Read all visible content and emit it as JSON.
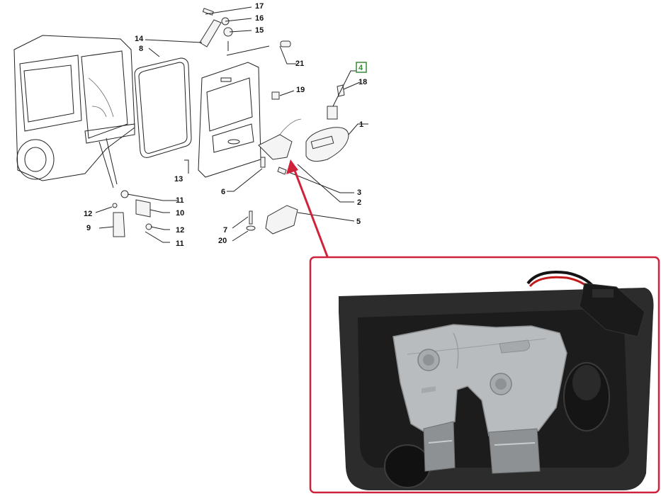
{
  "callouts": {
    "c17": "17",
    "c16": "16",
    "c15": "15",
    "c14": "14",
    "c8": "8",
    "c21": "21",
    "c4": "4",
    "c18": "18",
    "c19": "19",
    "c1": "1",
    "c13": "13",
    "c6": "6",
    "c3": "3",
    "c2": "2",
    "c11a": "11",
    "c10": "10",
    "c12a": "12",
    "c9": "9",
    "c12b": "12",
    "c11b": "11",
    "c7": "7",
    "c5": "5",
    "c20": "20"
  },
  "colors": {
    "highlight_frame": "#d0223a",
    "pointer_arrow": "#d0223a",
    "callout_box": "#3a8a3a",
    "photo_housing": "#2c2c2c",
    "latch_metal": "#b9bcbe"
  },
  "icons": {
    "pointer": "arrow-up-icon",
    "photo": "tailgate-lock-photo"
  }
}
